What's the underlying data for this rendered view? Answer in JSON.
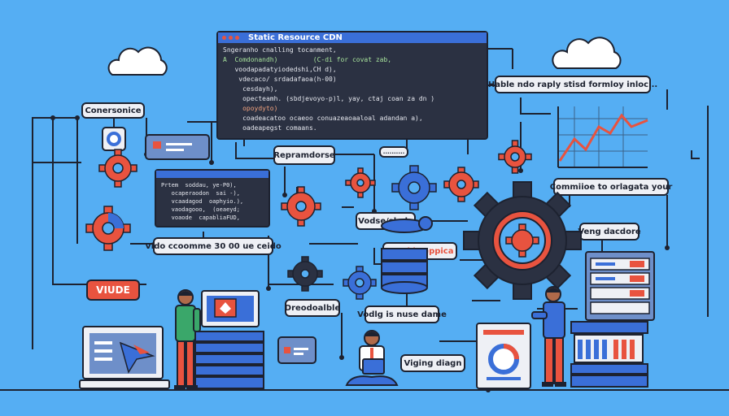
{
  "title_window": {
    "title": "Static Resource CDN",
    "code_lines": [
      "Sngeranho cnalling tocanment,",
      "A  Comdonandh)         (C-di for covat zab,",
      "   voodapadatyiodedshi,CH d),",
      "    vdecaco/ srdadafaoa(h-00)",
      "     cesdayh),",
      "     opecteamh. (sbdjevoyo-p)l, yay, ctaj coan za dn )",
      "     opoydyto)",
      "     coadeacatoo ocaeoo conuazeaoaaloal adandan a),",
      "     oadeapegst comaans."
    ]
  },
  "mid_window": {
    "code_lines": [
      "Prtem  soddau, ye-P0),",
      "   ocaperaodon  sai -),",
      "   vcaadagod  oaphyio.),",
      "   vaodagooo,  (oeaeyd;",
      "   voaode  capabliaFUD,"
    ]
  },
  "labels": {
    "conversion": "Conersonice",
    "top_right": "Hable ndo raply stisd formloy inloc ..",
    "repramdorse": "Repramdorse",
    "bubble": "..........",
    "combine": "Commiioe to orlagata your",
    "vodse": "Vodse/shale",
    "veng": "Veng dacdore",
    "vido": "Vido ccoomme  30 00 ue ceido",
    "rated": "Ratel   is   eppica",
    "vude": "VIUDE",
    "dredoable": "Dreodoalble",
    "vodig": "Vodlg is nuse dame",
    "viging": "Viging diagn"
  },
  "colors": {
    "background": "#55aef3",
    "red": "#e8533f",
    "blue": "#3a6fd8",
    "dark": "#2b3142",
    "outline": "#1d2230",
    "card": "#eef0f5"
  },
  "icons": [
    "cloud-icon",
    "gear-icon",
    "line-chart-icon",
    "laptop-icon",
    "database-icon",
    "server-rack-icon",
    "person-icon",
    "pie-chart-icon"
  ]
}
